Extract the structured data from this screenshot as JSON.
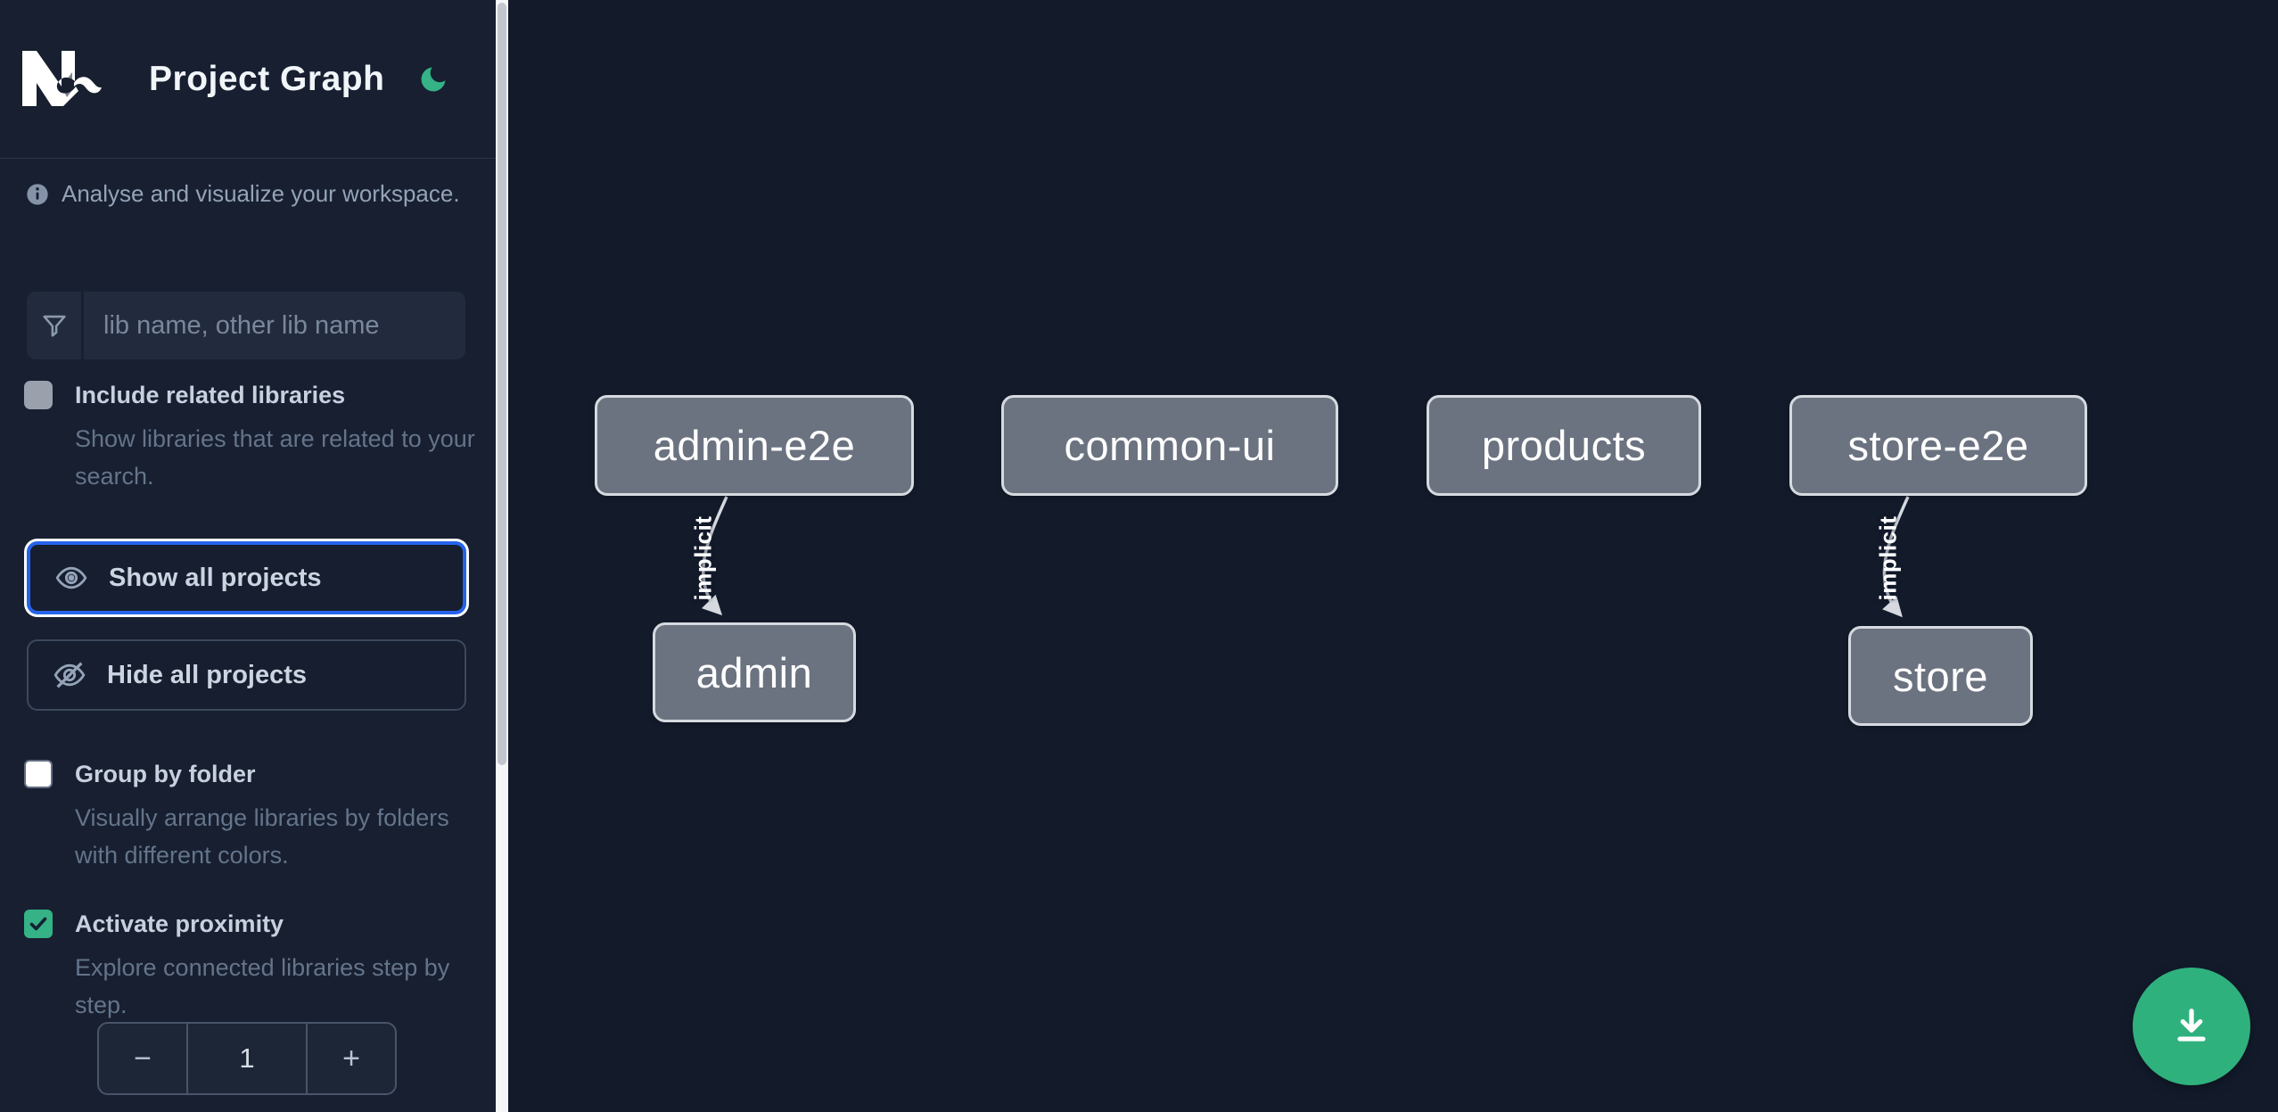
{
  "app": {
    "title": "Project Graph",
    "logo": "nx-logo",
    "theme_icon": "moon-icon"
  },
  "colors": {
    "accent_green": "#35b286",
    "focus_blue": "#2563eb",
    "node_fill": "#6b7280",
    "node_border": "#d6dae0",
    "sidebar_bg": "#171f30",
    "canvas_bg": "#131b2b"
  },
  "sidebar": {
    "info_text": "Analyse and visualize your workspace.",
    "filter": {
      "placeholder": "lib name, other lib name",
      "icon": "funnel-icon"
    },
    "include_related": {
      "label": "Include related libraries",
      "description": "Show libraries that are related to your search.",
      "checked": false
    },
    "actions": {
      "show_all": {
        "label": "Show all projects",
        "icon": "eye-icon",
        "focused": true
      },
      "hide_all": {
        "label": "Hide all projects",
        "icon": "eye-off-icon",
        "focused": false
      }
    },
    "group_by_folder": {
      "label": "Group by folder",
      "description": "Visually arrange libraries by folders with different colors.",
      "checked": false
    },
    "activate_proximity": {
      "label": "Activate proximity",
      "description": "Explore connected libraries step by step.",
      "checked": true
    },
    "stepper": {
      "decrement": "−",
      "value": "1",
      "increment": "+"
    }
  },
  "graph": {
    "nodes": [
      {
        "label": "admin-e2e"
      },
      {
        "label": "common-ui"
      },
      {
        "label": "products"
      },
      {
        "label": "store-e2e"
      },
      {
        "label": "admin"
      },
      {
        "label": "store"
      }
    ],
    "edges": [
      {
        "from": "admin-e2e",
        "to": "admin",
        "label": "implicit"
      },
      {
        "from": "store-e2e",
        "to": "store",
        "label": "implicit"
      }
    ]
  },
  "fab": {
    "icon": "download-icon"
  }
}
